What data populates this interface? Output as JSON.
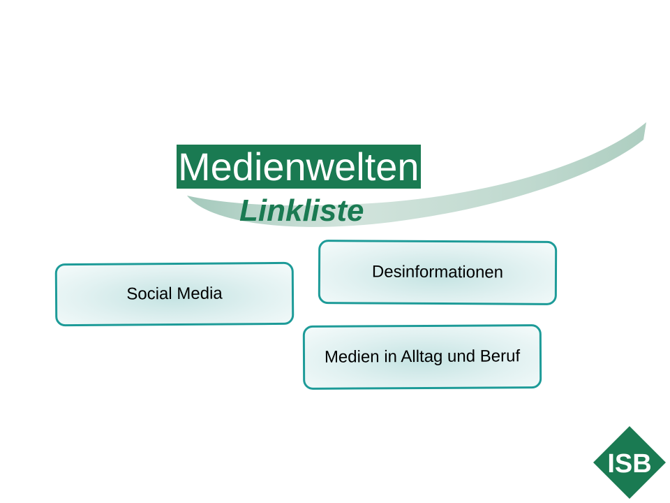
{
  "slide": {
    "title": "Medienwelten",
    "subtitle": "Linkliste"
  },
  "links": [
    {
      "label": "Social Media"
    },
    {
      "label": "Desinformationen"
    },
    {
      "label": "Medien in Alltag und Beruf"
    }
  ],
  "logo": {
    "text": "ISB",
    "icon": "isb-logo-icon",
    "color": "#1a7a52"
  },
  "colors": {
    "brand_green": "#1a7a52",
    "button_border": "#1d9b98",
    "button_fill": "#c4e3e2"
  }
}
